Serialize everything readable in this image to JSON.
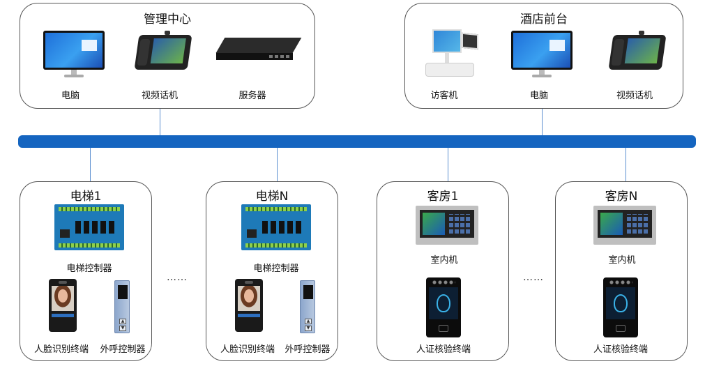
{
  "mgmt": {
    "title": "管理中心",
    "devices": [
      {
        "label": "电脑",
        "icon": "monitor-icon"
      },
      {
        "label": "视频话机",
        "icon": "video-phone-icon"
      },
      {
        "label": "服务器",
        "icon": "server-icon"
      }
    ]
  },
  "front_desk": {
    "title": "酒店前台",
    "devices": [
      {
        "label": "访客机",
        "icon": "visitor-kiosk-icon"
      },
      {
        "label": "电脑",
        "icon": "monitor-icon"
      },
      {
        "label": "视频话机",
        "icon": "video-phone-icon"
      }
    ]
  },
  "bus_color": "#1565c0",
  "groups": [
    {
      "title": "电梯1",
      "top_label": "电梯控制器",
      "bottom_labels": [
        "人脸识别终端",
        "外呼控制器"
      ]
    },
    {
      "title": "电梯N",
      "top_label": "电梯控制器",
      "bottom_labels": [
        "人脸识别终端",
        "外呼控制器"
      ]
    },
    {
      "title": "客房1",
      "top_label": "室内机",
      "bottom_labels": [
        "人证核验终端"
      ]
    },
    {
      "title": "客房N",
      "top_label": "室内机",
      "bottom_labels": [
        "人证核验终端"
      ]
    }
  ],
  "ellipsis": "……"
}
